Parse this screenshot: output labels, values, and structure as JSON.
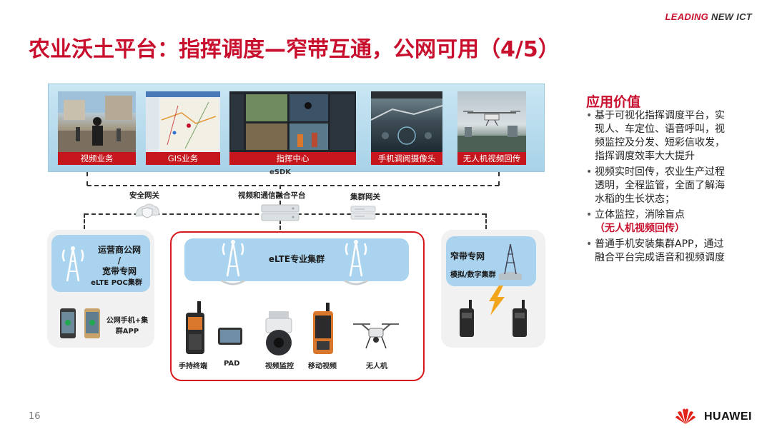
{
  "header": {
    "slogan_a": "LEADING",
    "slogan_b": "NEW ICT"
  },
  "title": "农业沃土平台：指挥调度—窄带互通，公网可用（4/5）",
  "apps": [
    {
      "label": "视频业务"
    },
    {
      "label": "GIS业务"
    },
    {
      "label": "指挥中心"
    },
    {
      "label": "手机调阅摄像头"
    },
    {
      "label": "无人机视频回传"
    }
  ],
  "esdk": "eSDK",
  "gateways": {
    "security": "安全网关",
    "platform": "视频和通信融合平台",
    "trunk": "集群网关"
  },
  "public_net": {
    "line1": "运营商公网",
    "line2": "/",
    "line3": "宽带专网",
    "line4": "eLTE POC集群",
    "device": "公网手机+集",
    "device2": "群APP"
  },
  "elte": {
    "label": "eLTE专业集群",
    "devices": [
      "手持终端",
      "PAD",
      "视频监控",
      "移动视频",
      "无人机"
    ]
  },
  "narrow": {
    "line1": "窄带专网",
    "line2": "模拟/数字集群"
  },
  "value": {
    "title": "应用价值",
    "items": [
      {
        "text": "基于可视化指挥调度平台，实现人、车定位、语音呼叫，视频监控及分发、短彩信收发，指挥调度效率大大提升",
        "highlight": ""
      },
      {
        "text": "视频实时回传，农业生产过程透明，全程监管，全面了解海水稻的生长状态；",
        "highlight": ""
      },
      {
        "text": "立体监控，消除盲点",
        "highlight": "（无人机视频回传）"
      },
      {
        "text": "普通手机安装集群APP，通过融合平台完成语音和视频调度",
        "highlight": ""
      }
    ]
  },
  "footer": {
    "page": "16",
    "brand": "HUAWEI"
  },
  "colors": {
    "brand_red": "#c8102e",
    "panel_blue": "#a9d3ee"
  }
}
